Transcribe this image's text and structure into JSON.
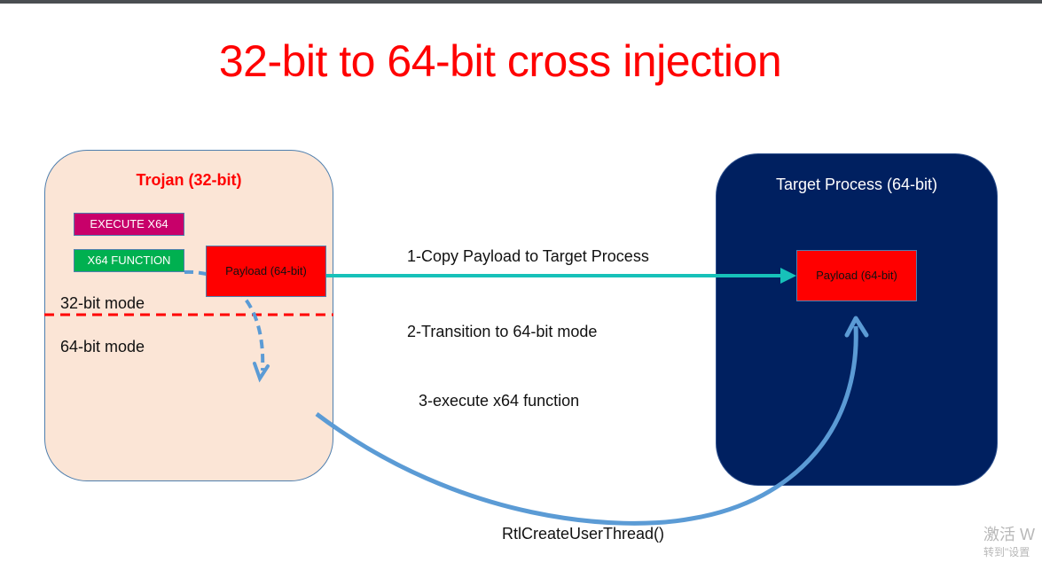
{
  "slide": {
    "title": "32-bit to 64-bit cross injection",
    "colors": {
      "title": "#ff0000",
      "trojan_box_fill": "#fbe5d6",
      "target_box_fill": "#002060",
      "payload_fill": "#ff0000",
      "execute_x64_fill": "#c8006a",
      "x64_function_fill": "#00b050",
      "copy_arrow": "#17c1b9",
      "thread_arrow": "#5b9bd5",
      "mode_divider": "#ff0000"
    }
  },
  "trojan": {
    "label": "Trojan (32-bit)",
    "execute_x64": "EXECUTE X64",
    "x64_function": "X64 FUNCTION",
    "payload": "Payload (64-bit)",
    "mode_32": "32-bit mode",
    "mode_64": "64-bit mode"
  },
  "target": {
    "label": "Target Process (64-bit)",
    "payload": "Payload (64-bit)"
  },
  "steps": [
    "1-Copy Payload to Target Process",
    "2-Transition to 64-bit mode",
    "3-execute x64 function"
  ],
  "api_call": "RtlCreateUserThread()",
  "watermark": {
    "line1": "激活 W",
    "line2": "转到\"设置"
  }
}
